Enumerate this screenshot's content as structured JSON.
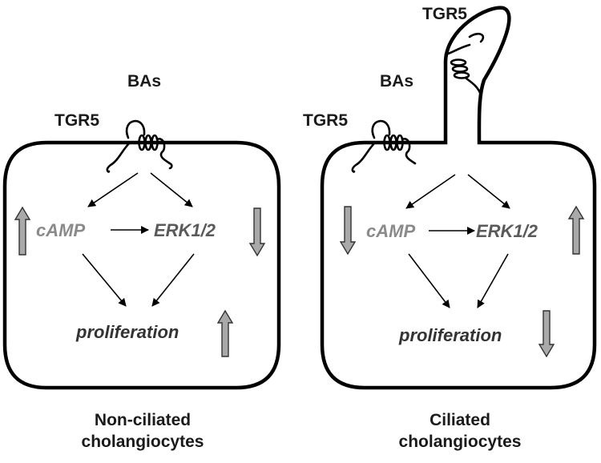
{
  "labels": {
    "tgr5": "TGR5",
    "bas": "BAs",
    "camp": "cAMP",
    "erk": "ERK1/2",
    "proliferation": "proliferation"
  },
  "captions": {
    "left": [
      "Non-ciliated",
      "cholangiocytes"
    ],
    "right": [
      "Ciliated",
      "cholangiocytes"
    ]
  },
  "panels": {
    "left": {
      "camp_direction": "up",
      "erk_direction": "down",
      "proliferation_direction": "up"
    },
    "right": {
      "camp_direction": "down",
      "erk_direction": "up",
      "proliferation_direction": "down"
    }
  },
  "colors": {
    "camp_text": "#8a8a8a",
    "erk_text": "#5a5a5a",
    "proliferation_text": "#333333",
    "indicator_fill": "#a9a9a9"
  }
}
